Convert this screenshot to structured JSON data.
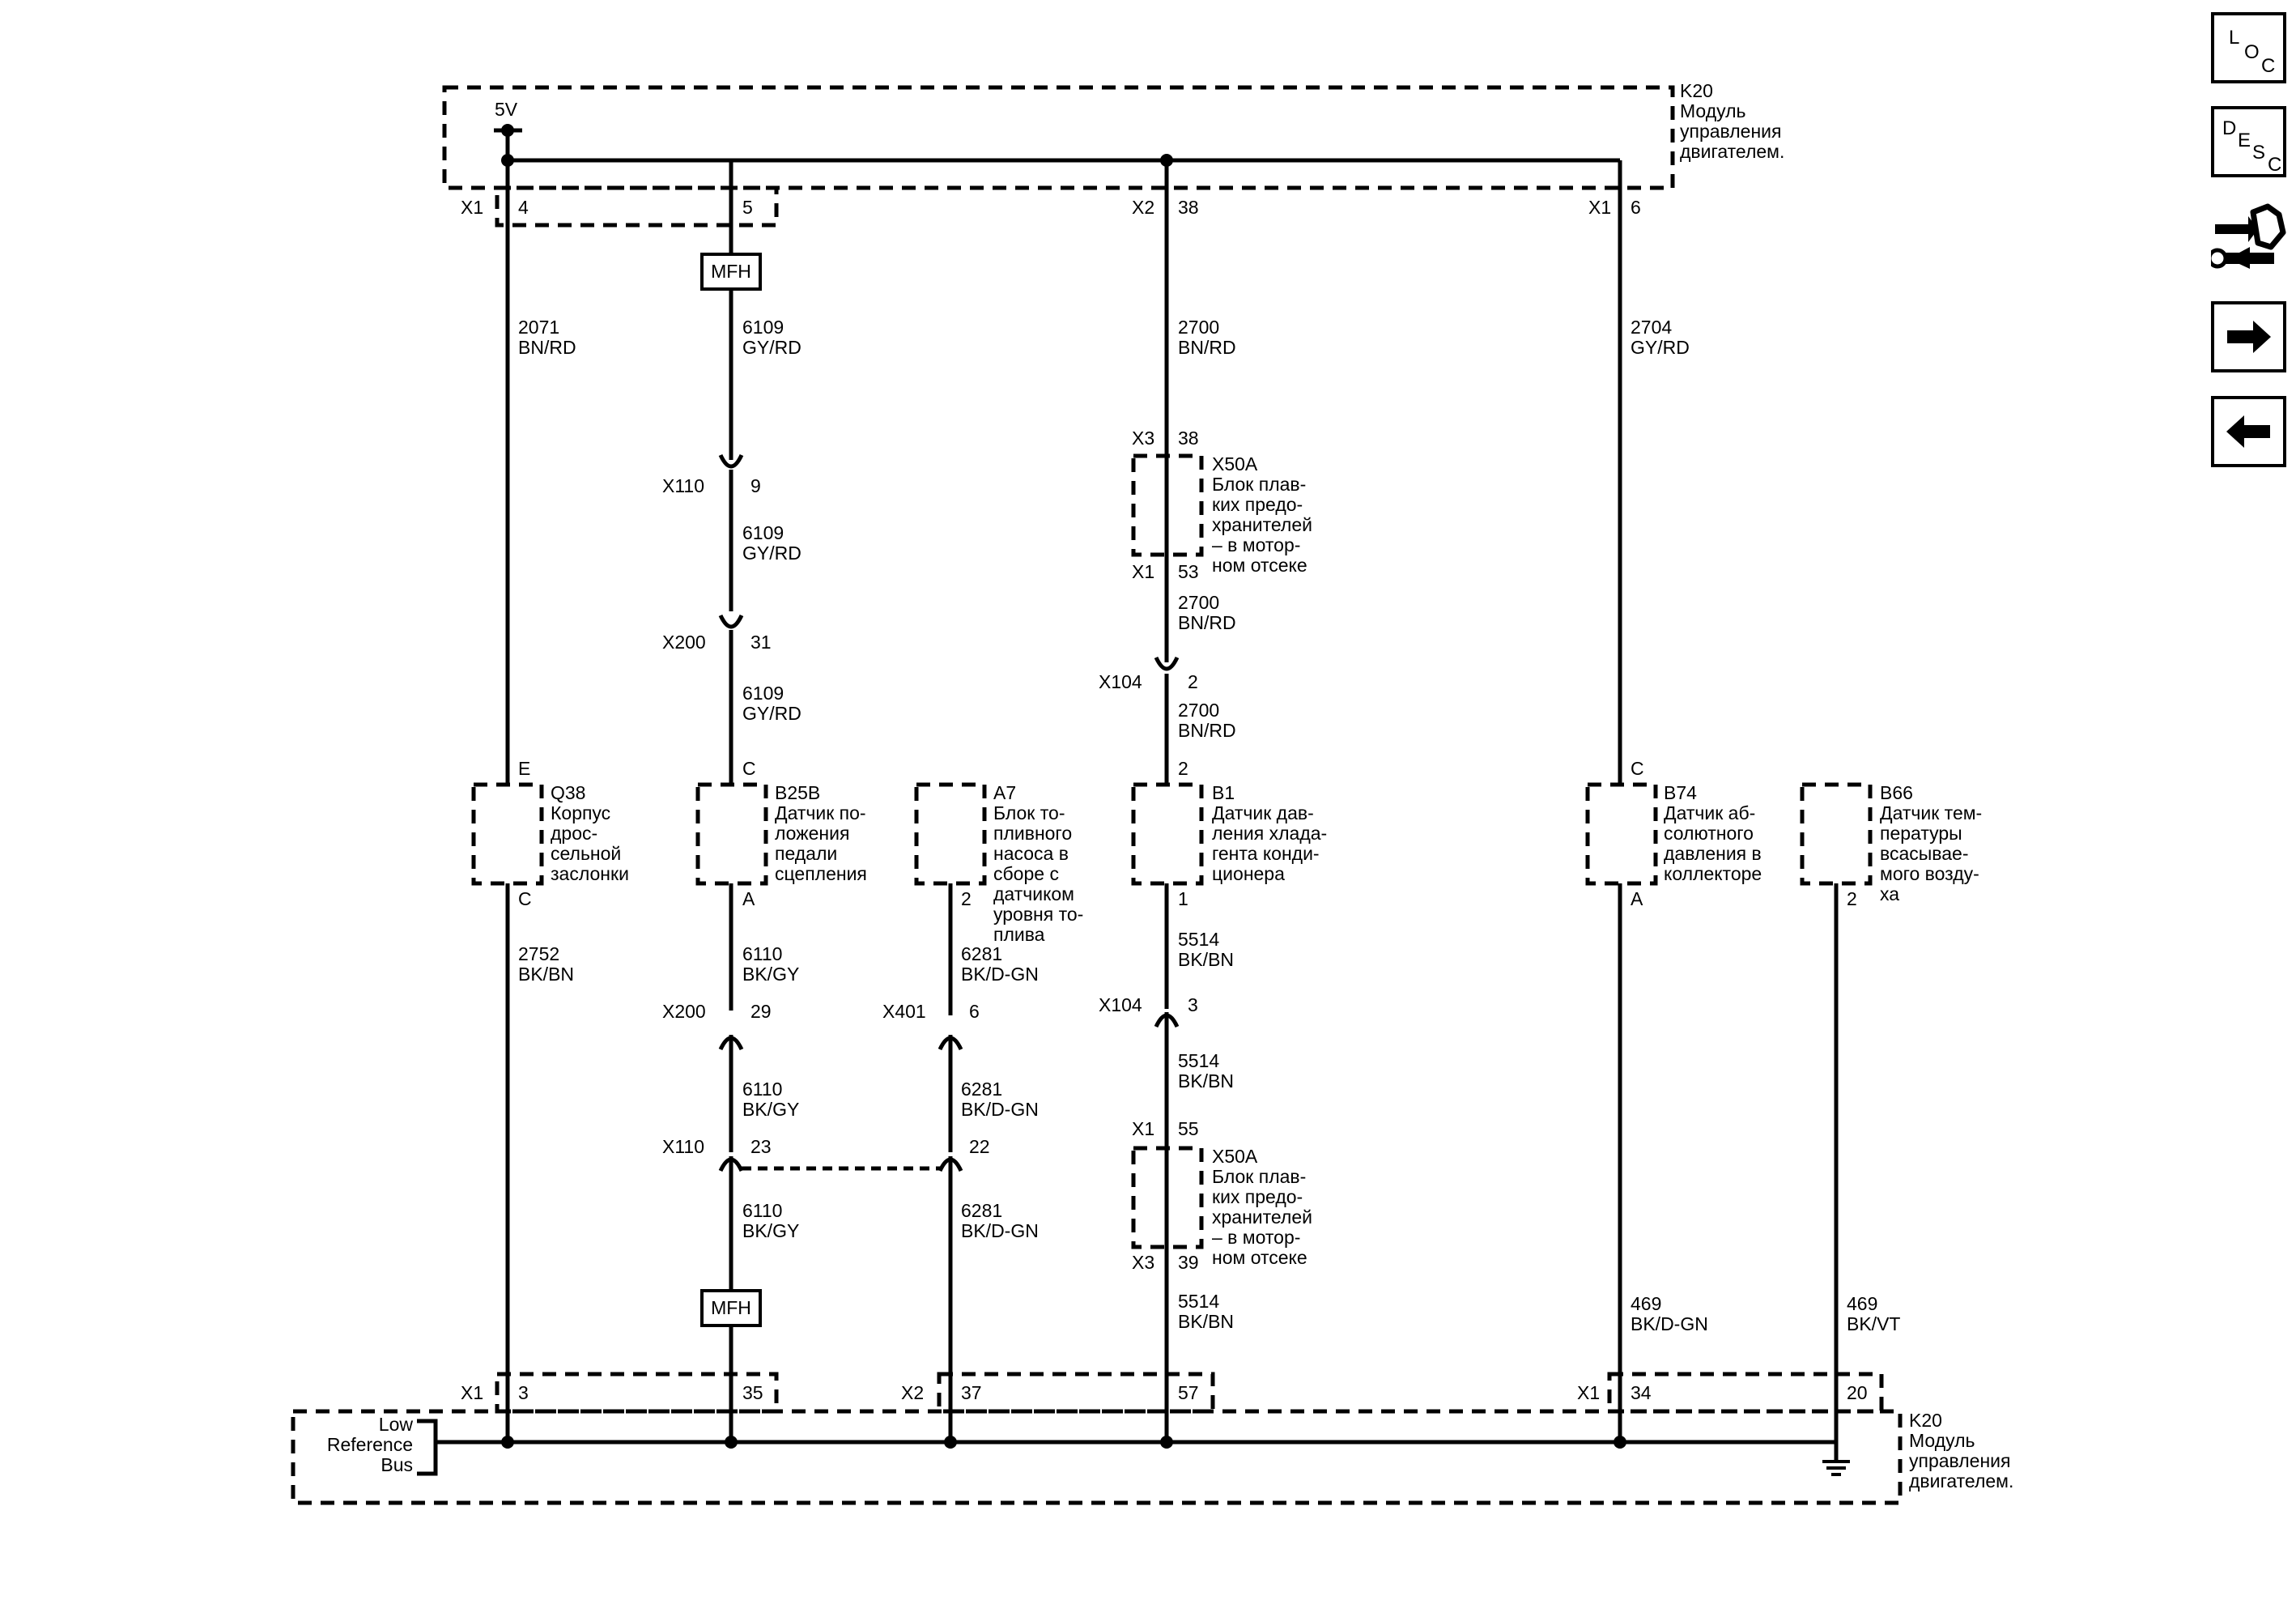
{
  "k20": {
    "id": "K20",
    "name": [
      "Модуль",
      "управления",
      "двигателем."
    ]
  },
  "supply": "5V",
  "ecm_pins": [
    {
      "conn": "X1",
      "pin": "4"
    },
    {
      "pin": "5"
    },
    {
      "conn": "X2",
      "pin": "38"
    },
    {
      "conn": "X1",
      "pin": "6"
    },
    {
      "conn": "X1",
      "pin": "3"
    },
    {
      "pin": "35"
    },
    {
      "conn": "X2",
      "pin": "37"
    },
    {
      "pin": "57"
    },
    {
      "conn": "X1",
      "pin": "34"
    },
    {
      "pin": "20"
    }
  ],
  "mfh": "MFH",
  "wires": [
    {
      "circuit": "2071",
      "color": "BN/RD"
    },
    {
      "circuit": "6109",
      "color": "GY/RD"
    },
    {
      "circuit": "6109",
      "color": "GY/RD"
    },
    {
      "circuit": "6109",
      "color": "GY/RD"
    },
    {
      "circuit": "2700",
      "color": "BN/RD"
    },
    {
      "circuit": "2700",
      "color": "BN/RD"
    },
    {
      "circuit": "2700",
      "color": "BN/RD"
    },
    {
      "circuit": "2704",
      "color": "GY/RD"
    },
    {
      "circuit": "2752",
      "color": "BK/BN"
    },
    {
      "circuit": "6110",
      "color": "BK/GY"
    },
    {
      "circuit": "6110",
      "color": "BK/GY"
    },
    {
      "circuit": "6110",
      "color": "BK/GY"
    },
    {
      "circuit": "6281",
      "color": "BK/D-GN"
    },
    {
      "circuit": "6281",
      "color": "BK/D-GN"
    },
    {
      "circuit": "6281",
      "color": "BK/D-GN"
    },
    {
      "circuit": "5514",
      "color": "BK/BN"
    },
    {
      "circuit": "5514",
      "color": "BK/BN"
    },
    {
      "circuit": "5514",
      "color": "BK/BN"
    },
    {
      "circuit": "469",
      "color": "BK/D-GN"
    },
    {
      "circuit": "469",
      "color": "BK/VT"
    }
  ],
  "inline": [
    {
      "conn": "X110",
      "pin": "9"
    },
    {
      "conn": "X200",
      "pin": "31"
    },
    {
      "conn": "X104",
      "pin": "2"
    },
    {
      "conn": "X200",
      "pin": "29"
    },
    {
      "conn": "X401",
      "pin": "6"
    },
    {
      "conn": "X110",
      "pin": "23"
    },
    {
      "pin": "22"
    },
    {
      "conn": "X104",
      "pin": "3"
    }
  ],
  "fuse_block": {
    "id": "X50A",
    "desc": [
      "Блок плав-",
      "ких предо-",
      "хранителей",
      "– в мотор-",
      "ном отсеке"
    ],
    "upper": {
      "in_conn": "X3",
      "in_pin": "38",
      "out_conn": "X1",
      "out_pin": "53"
    },
    "lower": {
      "in_conn": "X1",
      "in_pin": "55",
      "out_conn": "X3",
      "out_pin": "39"
    }
  },
  "components": [
    {
      "id": "Q38",
      "desc": [
        "Корпус",
        "дрос-",
        "сельной",
        "заслонки"
      ],
      "top_pin": "E",
      "bottom_pin": "C"
    },
    {
      "id": "B25B",
      "desc": [
        "Датчик по-",
        "ложения",
        "педали",
        "сцепления"
      ],
      "top_pin": "C",
      "bottom_pin": "A"
    },
    {
      "id": "A7",
      "desc": [
        "Блок то-",
        "пливного",
        "насоса в",
        "сборе с",
        "датчиком",
        "уровня то-",
        "плива"
      ],
      "bottom_pin": "2"
    },
    {
      "id": "B1",
      "desc": [
        "Датчик дав-",
        "ления хлада-",
        "гента конди-",
        "ционера"
      ],
      "top_pin": "2",
      "bottom_pin": "1"
    },
    {
      "id": "B74",
      "desc": [
        "Датчик аб-",
        "солютного",
        "давления в",
        "коллекторе"
      ],
      "top_pin": "C",
      "bottom_pin": "A"
    },
    {
      "id": "B66",
      "desc": [
        "Датчик тем-",
        "пературы",
        "всасывае-",
        "мого возду-",
        "ха"
      ],
      "bottom_pin": "2"
    }
  ],
  "low_ref_bus": [
    "Low",
    "Reference",
    "Bus"
  ],
  "nav": {
    "loc": [
      "L",
      "O",
      "C"
    ],
    "desc": [
      "D",
      "E",
      "S",
      "C"
    ],
    "icons": [
      "connector-tool-icon",
      "arrow-right-icon",
      "arrow-left-icon"
    ]
  }
}
